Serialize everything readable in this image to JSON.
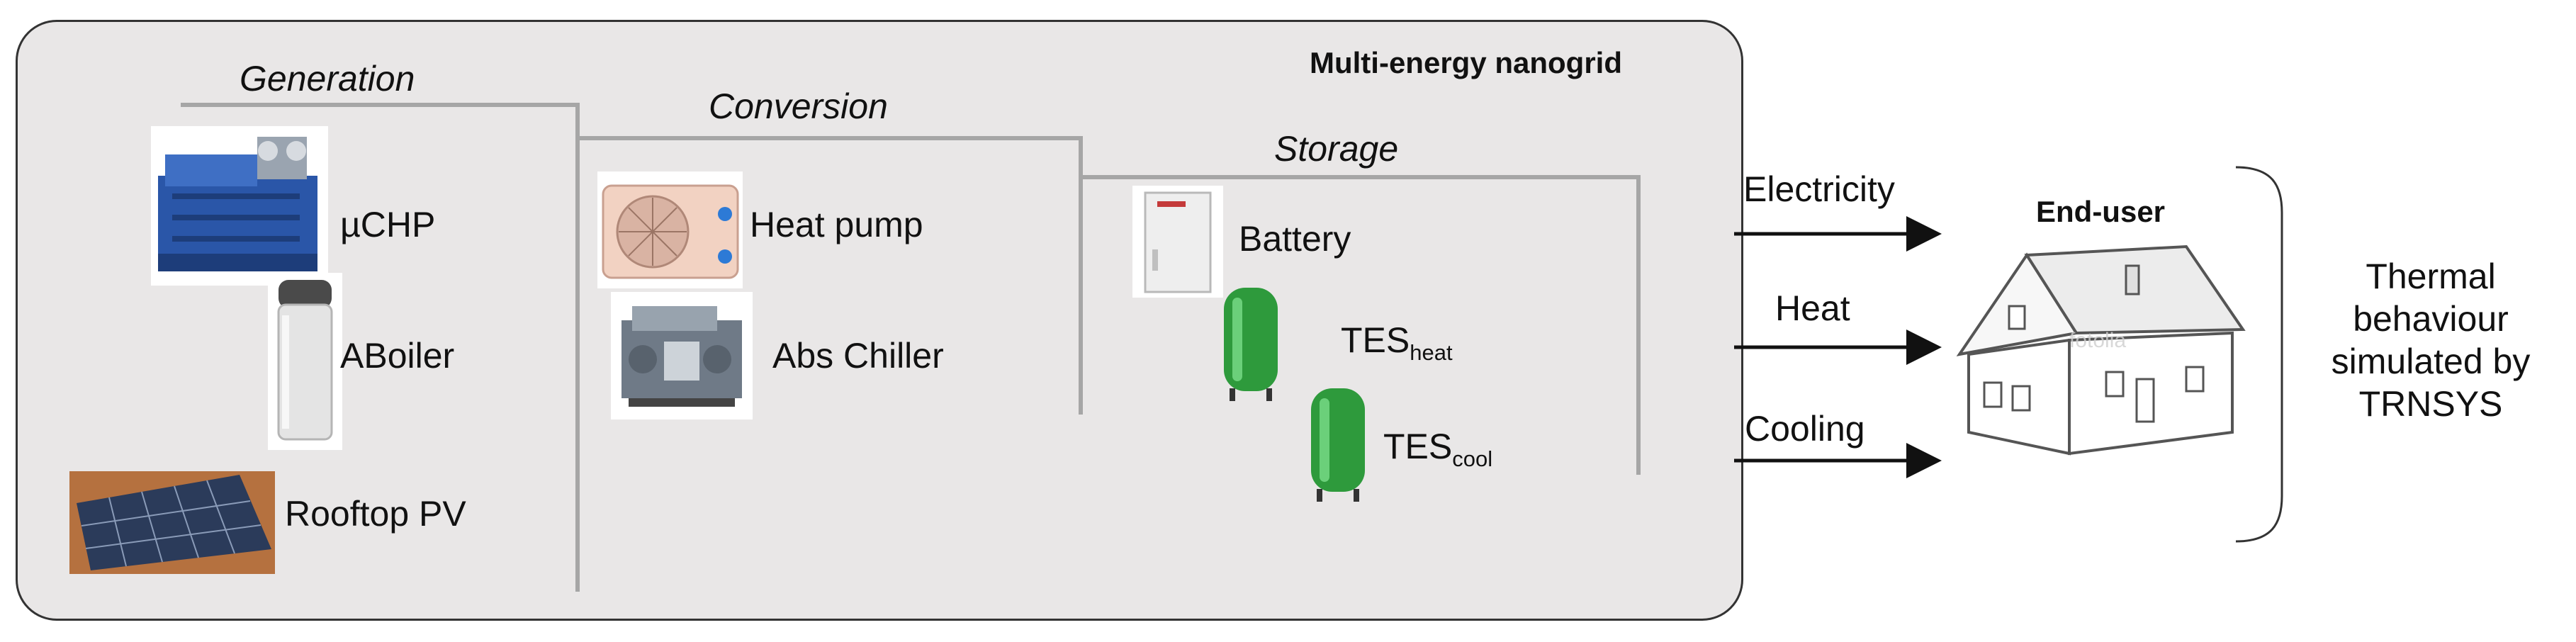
{
  "nanogrid": {
    "title": "Multi-energy nanogrid",
    "sections": {
      "generation": "Generation",
      "conversion": "Conversion",
      "storage": "Storage"
    },
    "generation_items": {
      "uchp": "µCHP",
      "aboiler": "ABoiler",
      "rooftop_pv": "Rooftop PV"
    },
    "conversion_items": {
      "heat_pump": "Heat pump",
      "abs_chiller": "Abs Chiller"
    },
    "storage_items": {
      "battery": "Battery",
      "tes_heat_base": "TES",
      "tes_heat_sub": "heat",
      "tes_cool_base": "TES",
      "tes_cool_sub": "cool"
    }
  },
  "flows": {
    "electricity": "Electricity",
    "heat": "Heat",
    "cooling": "Cooling"
  },
  "end_user": {
    "title": "End-user",
    "watermark": "fotolia",
    "note_line1": "Thermal",
    "note_line2": "behaviour",
    "note_line3": "simulated by",
    "note_line4": "TRNSYS"
  },
  "colors": {
    "panel": "#e9e7e7",
    "divider": "#a6a6a6",
    "tank": "#2e9a3c",
    "engine": "#2a56a8"
  }
}
